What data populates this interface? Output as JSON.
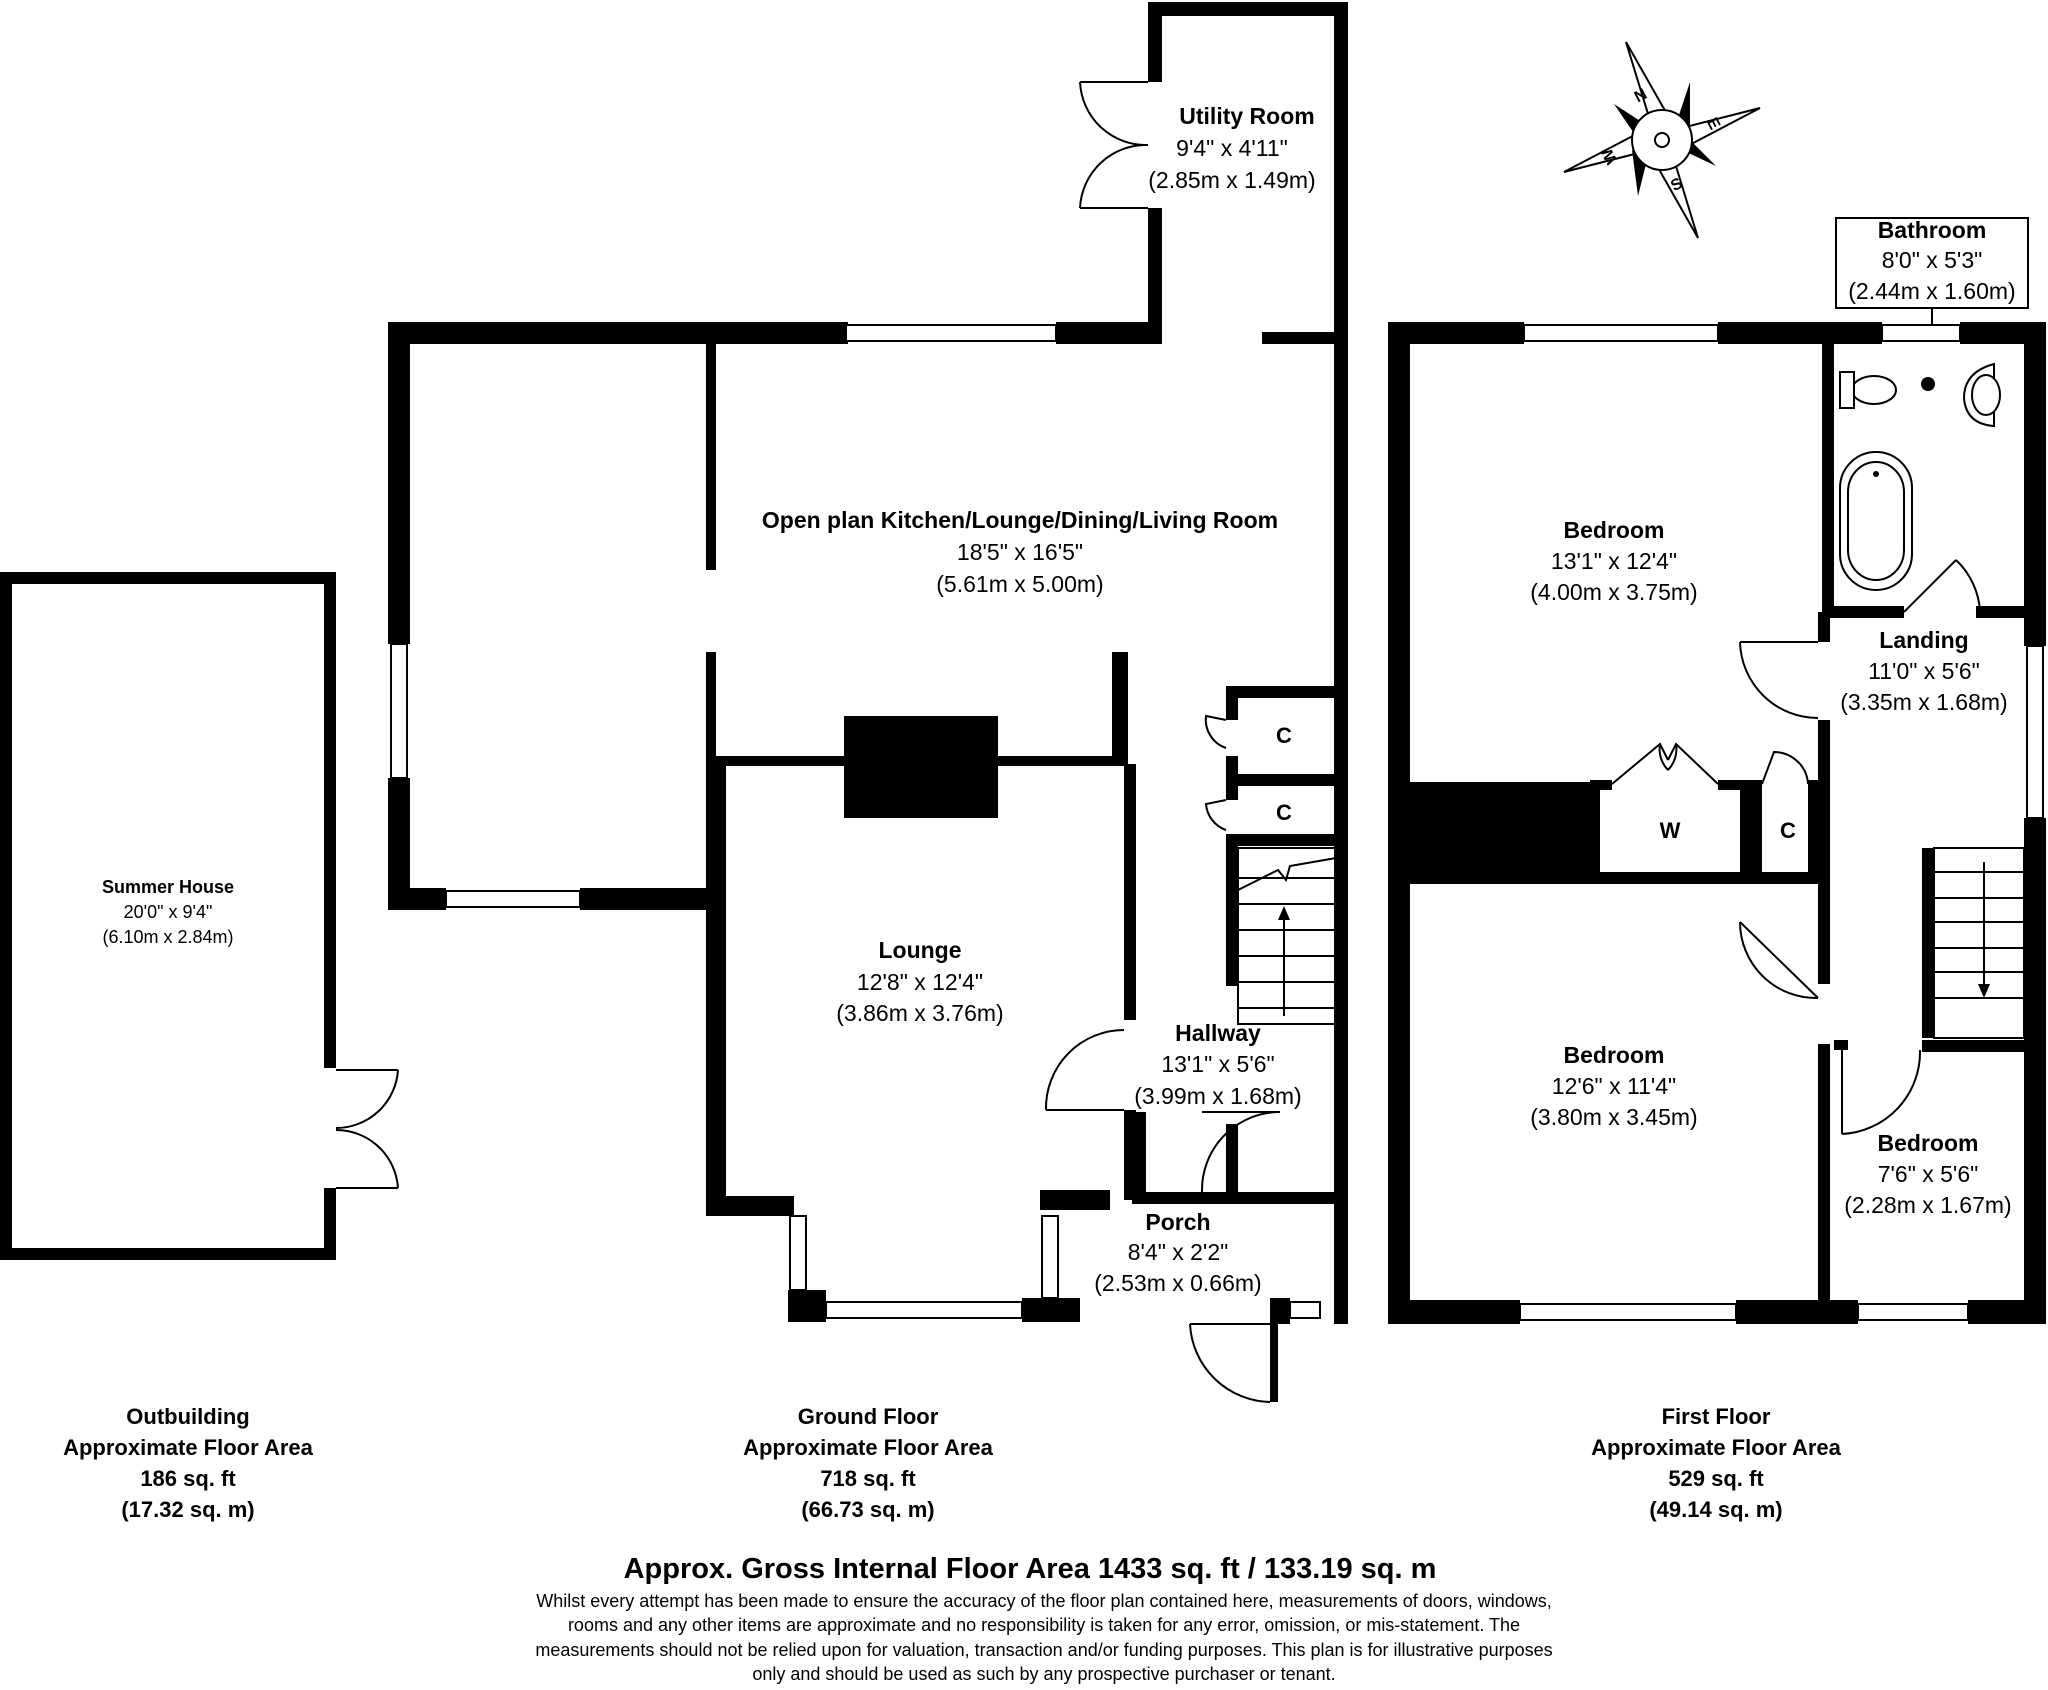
{
  "rooms": {
    "utility": {
      "name": "Utility Room",
      "imperial": "9'4\" x 4'11\"",
      "metric": "(2.85m x 1.49m)"
    },
    "open_plan": {
      "name": "Open plan Kitchen/Lounge/Dining/Living Room",
      "imperial": "18'5\" x 16'5\"",
      "metric": "(5.61m x 5.00m)"
    },
    "lounge": {
      "name": "Lounge",
      "imperial": "12'8\" x 12'4\"",
      "metric": "(3.86m x 3.76m)"
    },
    "hallway": {
      "name": "Hallway",
      "imperial": "13'1\" x 5'6\"",
      "metric": "(3.99m x 1.68m)"
    },
    "porch": {
      "name": "Porch",
      "imperial": "8'4\" x 2'2\"",
      "metric": "(2.53m x 0.66m)"
    },
    "summer_house": {
      "name": "Summer House",
      "imperial": "20'0\" x 9'4\"",
      "metric": "(6.10m x 2.84m)"
    },
    "bathroom": {
      "name": "Bathroom",
      "imperial": "8'0\" x 5'3\"",
      "metric": "(2.44m x 1.60m)"
    },
    "bedroom1": {
      "name": "Bedroom",
      "imperial": "13'1\" x 12'4\"",
      "metric": "(4.00m x 3.75m)"
    },
    "landing": {
      "name": "Landing",
      "imperial": "11'0\" x 5'6\"",
      "metric": "(3.35m x 1.68m)"
    },
    "bedroom2": {
      "name": "Bedroom",
      "imperial": "12'6\" x 11'4\"",
      "metric": "(3.80m x 3.45m)"
    },
    "bedroom3": {
      "name": "Bedroom",
      "imperial": "7'6\" x 5'6\"",
      "metric": "(2.28m x 1.67m)"
    }
  },
  "cupboards": {
    "c": "C",
    "w": "W"
  },
  "compass": {
    "n": "N",
    "e": "E",
    "s": "S",
    "w": "W"
  },
  "floors": {
    "outbuilding": {
      "title": "Outbuilding",
      "subtitle": "Approximate Floor Area",
      "sqft": "186 sq. ft",
      "sqm": "(17.32 sq. m)"
    },
    "ground": {
      "title": "Ground Floor",
      "subtitle": "Approximate Floor Area",
      "sqft": "718 sq. ft",
      "sqm": "(66.73 sq. m)"
    },
    "first": {
      "title": "First Floor",
      "subtitle": "Approximate Floor Area",
      "sqft": "529 sq. ft",
      "sqm": "(49.14 sq. m)"
    }
  },
  "total": "Approx. Gross Internal Floor Area 1433 sq. ft / 133.19 sq. m",
  "disclaimer": [
    "Whilst every attempt has been made to ensure the accuracy of the floor plan contained here, measurements of doors, windows,",
    "rooms and any other items are approximate and no responsibility is taken for any error, omission, or mis-statement. The",
    "measurements should not be relied upon for valuation, transaction and/or funding purposes. This plan is for illustrative purposes",
    "only and should be used as such by any prospective purchaser or tenant."
  ]
}
